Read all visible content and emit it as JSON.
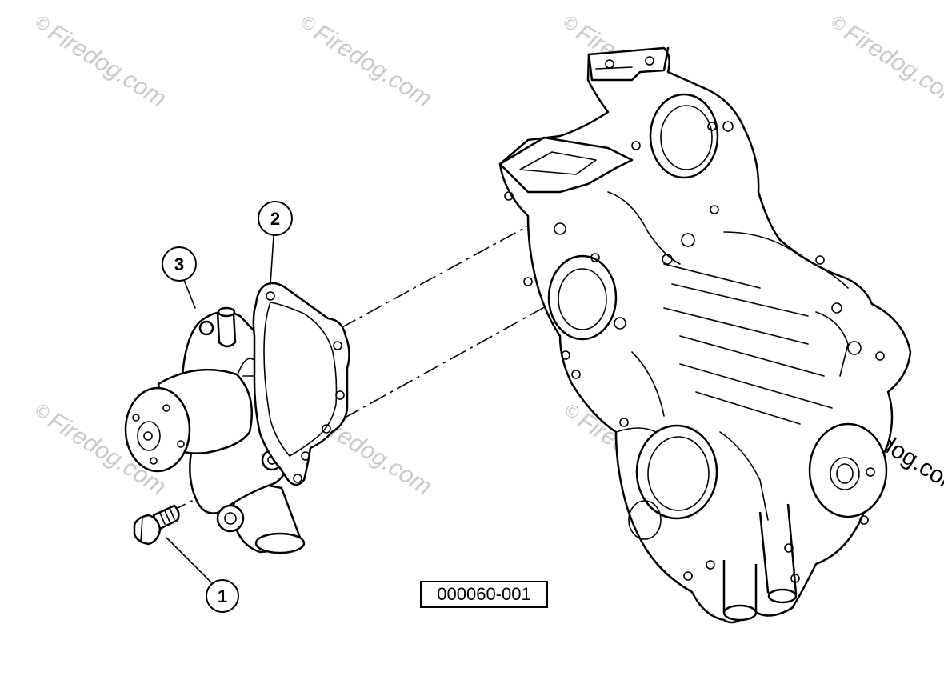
{
  "diagram": {
    "callouts": [
      {
        "id": "1",
        "label": "1"
      },
      {
        "id": "2",
        "label": "2"
      },
      {
        "id": "3",
        "label": "3"
      }
    ],
    "figure_code": "000060-001",
    "watermark": {
      "symbol": "©",
      "text": "Firedog.com",
      "text_cut": "Firedog.com",
      "text_partial": "Fire",
      "text_end": "Firedog.com"
    }
  }
}
